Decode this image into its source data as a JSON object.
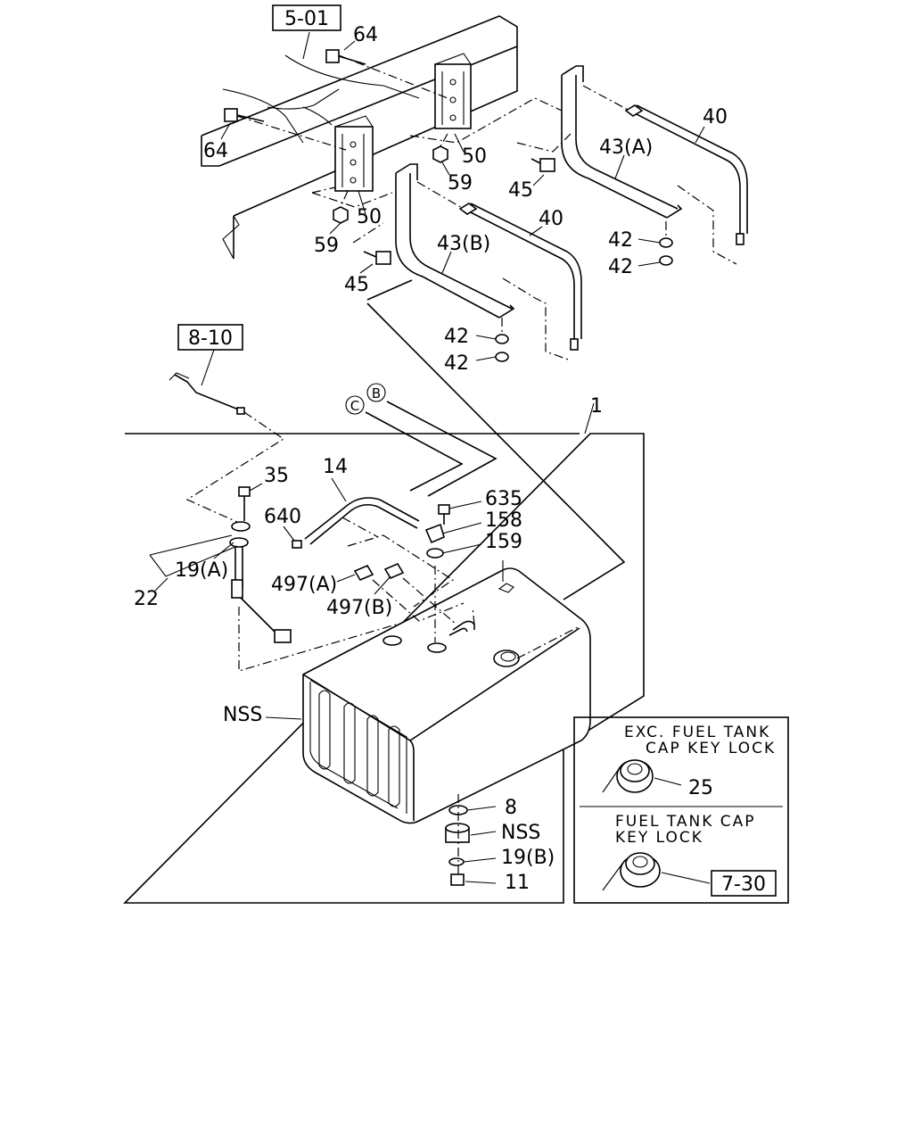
{
  "refs": {
    "frame": "5-01",
    "sender_harness": "8-10",
    "cap_ref": "7-30"
  },
  "callouts": {
    "bolt_64_top": "64",
    "bolt_64_left": "64",
    "bracket_50_right": "50",
    "bracket_50_left": "50",
    "nut_59_right": "59",
    "nut_59_left": "59",
    "bolt_45_right": "45",
    "bolt_45_left": "45",
    "band_40_right": "40",
    "band_40_left": "40",
    "hanger_43a": "43(A)",
    "hanger_43b": "43(B)",
    "nut_42_r1": "42",
    "nut_42_r2": "42",
    "nut_42_l1": "42",
    "nut_42_l2": "42",
    "circle_b": "B",
    "circle_c": "C",
    "tank_assy": "1",
    "hose_14": "14",
    "screw_35": "35",
    "clip_640": "640",
    "screw_635": "635",
    "part_158": "158",
    "part_159": "159",
    "unit_19a": "19(A)",
    "unit_22": "22",
    "joint_497a": "497(A)",
    "joint_497b": "497(B)",
    "nss_tank": "NSS",
    "washer_8": "8",
    "nss_drain": "NSS",
    "gasket_19b": "19(B)",
    "plug_11": "11",
    "cap_25": "25"
  },
  "notes": {
    "exc_line1": "EXC. FUEL TANK",
    "exc_line2": "CAP KEY LOCK",
    "key_line1": "FUEL TANK CAP",
    "key_line2": "KEY LOCK"
  }
}
